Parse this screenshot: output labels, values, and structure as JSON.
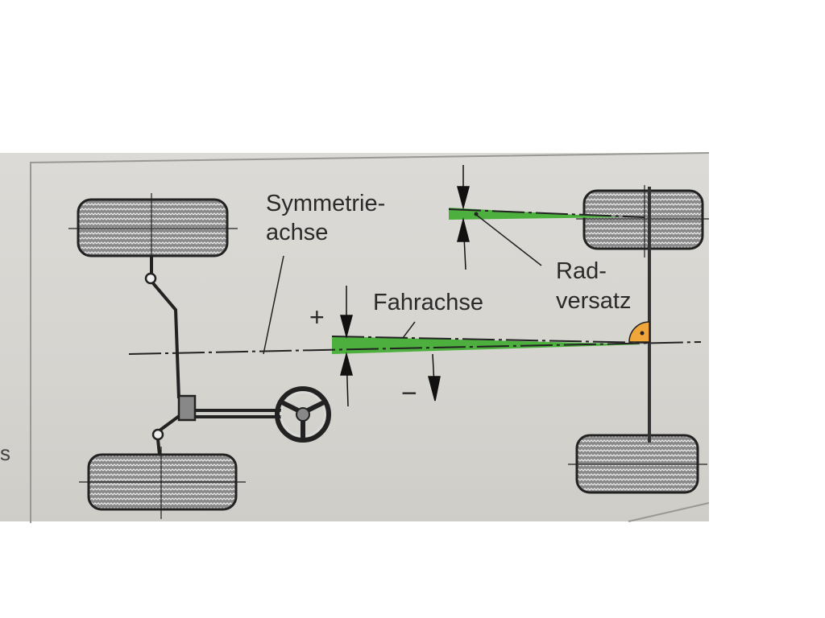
{
  "diagram": {
    "labels": {
      "symmetry_line1": "Symmetrie-",
      "symmetry_line2": "achse",
      "drive_axis": "Fahrachse",
      "wheel_offset_line1": "Rad-",
      "wheel_offset_line2": "versatz",
      "plus": "+",
      "minus": "−",
      "edge_char": "s"
    },
    "colors": {
      "background": "#d8d6d2",
      "wedge_green": "#4caf3e",
      "angle_orange": "#f0a63a",
      "ink": "#2a2a2a"
    }
  }
}
